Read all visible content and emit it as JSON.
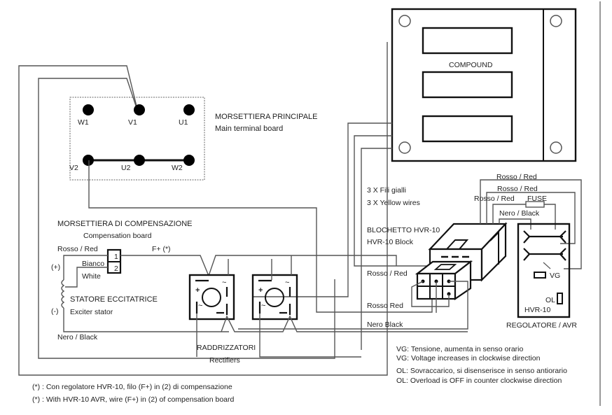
{
  "main_terminal_board": {
    "title_it": "MORSETTIERA PRINCIPALE",
    "title_en": "Main terminal board",
    "terminals": [
      "W1",
      "V1",
      "U1",
      "V2",
      "U2",
      "W2"
    ]
  },
  "compound": {
    "label": "COMPOUND"
  },
  "yellow_wires": {
    "line_it": "3 X Fili gialli",
    "line_en": "3 X Yellow wires"
  },
  "hvr_block": {
    "title_it": "BLOCHETTO HVR-10",
    "title_en": "HVR-10 Block"
  },
  "regulator": {
    "name": "HVR-10",
    "title": "REGOLATORE / AVR",
    "vg_label": "VG",
    "ol_label": "OL",
    "fuse_label": "FUSE"
  },
  "wire_labels": {
    "red_top_1": "Rosso / Red",
    "red_top_2": "Rosso / Red",
    "red_top_3": "Rosso / Red",
    "black_top": "Nero / Black",
    "red_mid": "Rosso / Red",
    "red_low": "Rosso Red",
    "black_low": "Nero Black",
    "comp_red": "Rosso / Red",
    "comp_white_it": "Bianco",
    "comp_white_en": "White",
    "comp_black": "Nero / Black",
    "f_plus": "F+ (*)"
  },
  "compensation_board": {
    "title_it": "MORSETTIERA DI COMPENSAZIONE",
    "title_en": "Compensation board",
    "terminal_1": "1",
    "terminal_2": "2"
  },
  "exciter_stator": {
    "title_it": "STATORE ECCITATRICE",
    "title_en": "Exciter stator",
    "plus": "(+)",
    "minus": "(-)"
  },
  "rectifiers": {
    "title_it": "RADDRIZZATORI",
    "title_en": "Rectifiers",
    "plus_sign": "+",
    "ac_sign": "~"
  },
  "legend": {
    "vg_it": "VG: Tensione, aumenta in senso orario",
    "vg_en": "VG: Voltage increases in clockwise direction",
    "ol_it": "OL: Sovraccarico, si disenserisce in senso antiorario",
    "ol_en": "OL: Overload is OFF in counter clockwise direction"
  },
  "footnotes": {
    "it": "(*) : Con regolatore HVR-10, filo (F+) in (2) di compensazione",
    "en": "(*) : With HVR-10 AVR, wire (F+) in (2) of compensation board"
  }
}
